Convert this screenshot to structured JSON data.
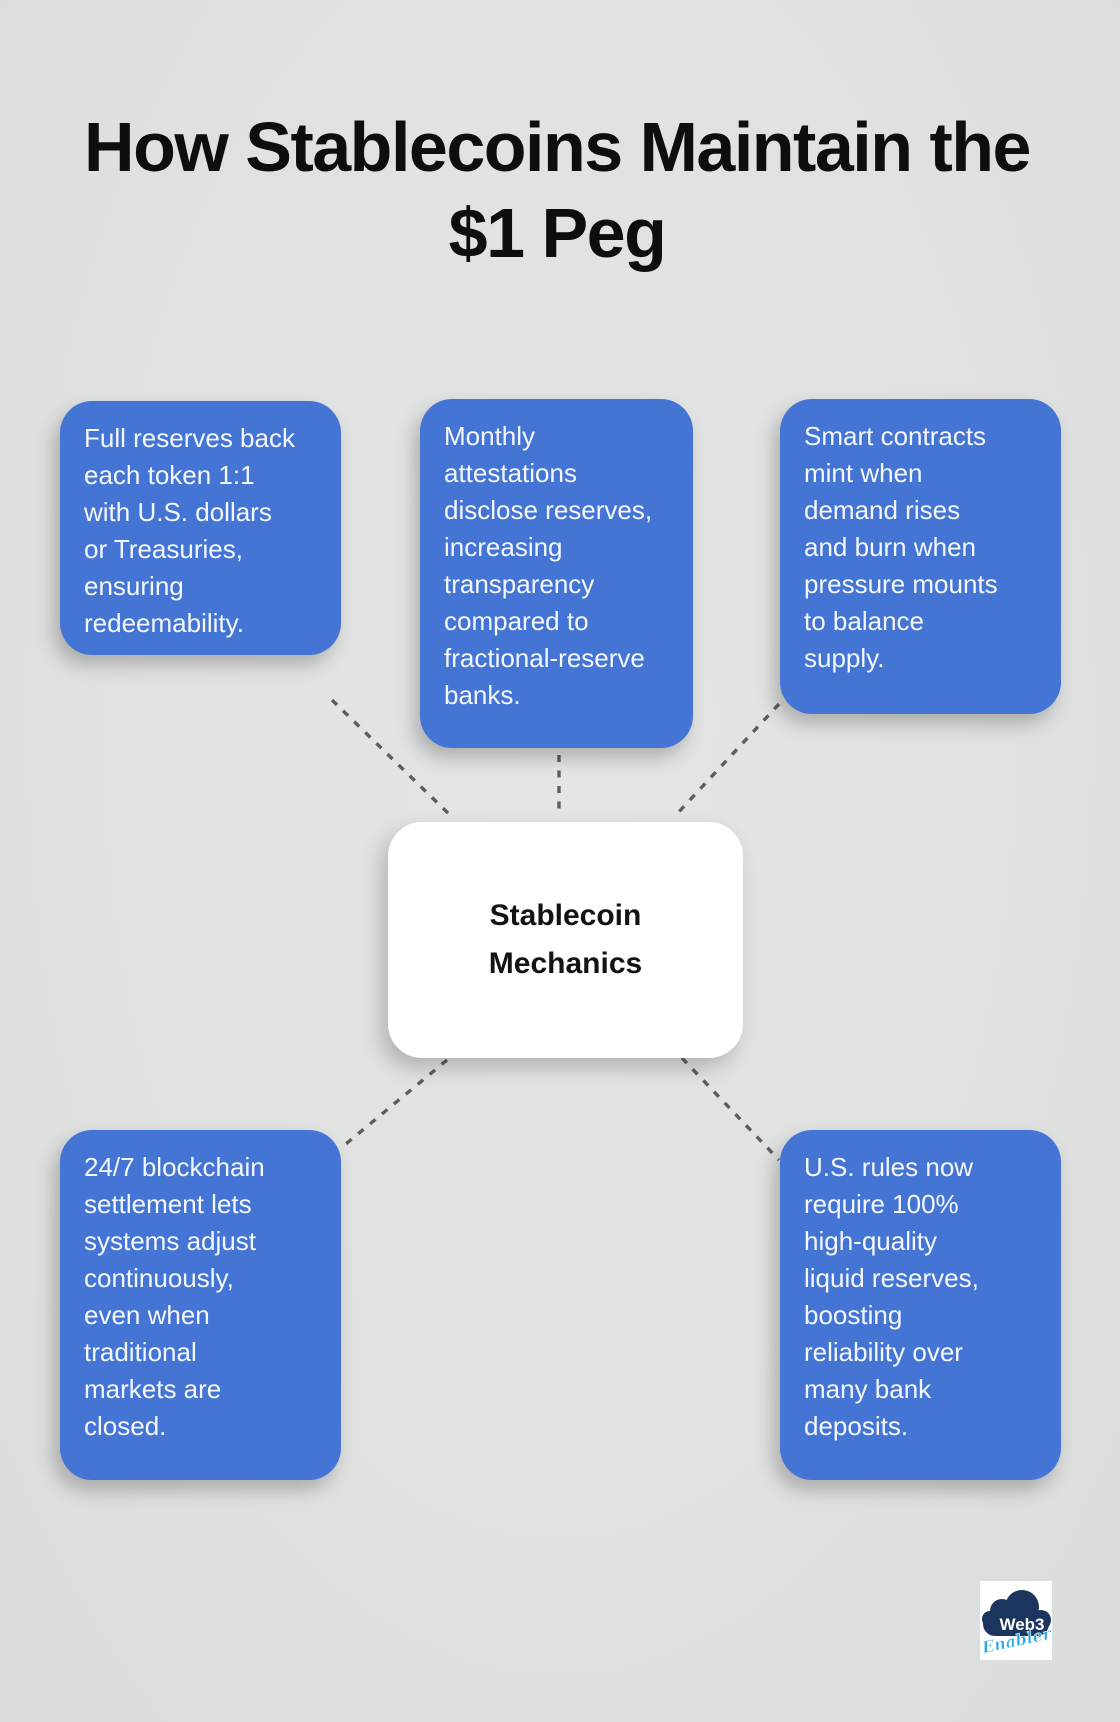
{
  "page": {
    "background": "#e0e1e1"
  },
  "title": {
    "lines": [
      "How Stablecoins Maintain the",
      "$1 Peg"
    ]
  },
  "center_node": {
    "lines": [
      "Stablecoin",
      "Mechanics"
    ]
  },
  "nodes": [
    {
      "id": "full-reserves",
      "text": "Full reserves back\neach token 1:1\nwith U.S. dollars\nor Treasuries,\nensuring\nredeemability."
    },
    {
      "id": "monthly-attestations",
      "text": "Monthly\nattestations\ndisclose reserves,\nincreasing\ntransparency\ncompared to\nfractional-reserve\nbanks."
    },
    {
      "id": "smart-contracts",
      "text": "Smart contracts\nmint when\ndemand rises\nand burn when\npressure mounts\nto balance\nsupply."
    },
    {
      "id": "blockchain-settlement",
      "text": "24/7 blockchain\nsettlement lets\nsystems adjust\ncontinuously,\neven when\ntraditional\nmarkets are\nclosed."
    },
    {
      "id": "us-reserve-rules",
      "text": "U.S. rules now\nrequire 100%\nhigh-quality\nliquid reserves,\nboosting\nreliability over\nmany bank\ndeposits."
    }
  ],
  "logo": {
    "line1": "Web3",
    "line2": "Enabler"
  },
  "colors": {
    "node_blue": "#4575d4",
    "node_text": "#f4f7fc",
    "dash_gray": "#5d5d5d",
    "title_black": "#0e0e0e",
    "logo_navy": "#1b355f",
    "logo_script_blue": "#2aa5e3"
  }
}
